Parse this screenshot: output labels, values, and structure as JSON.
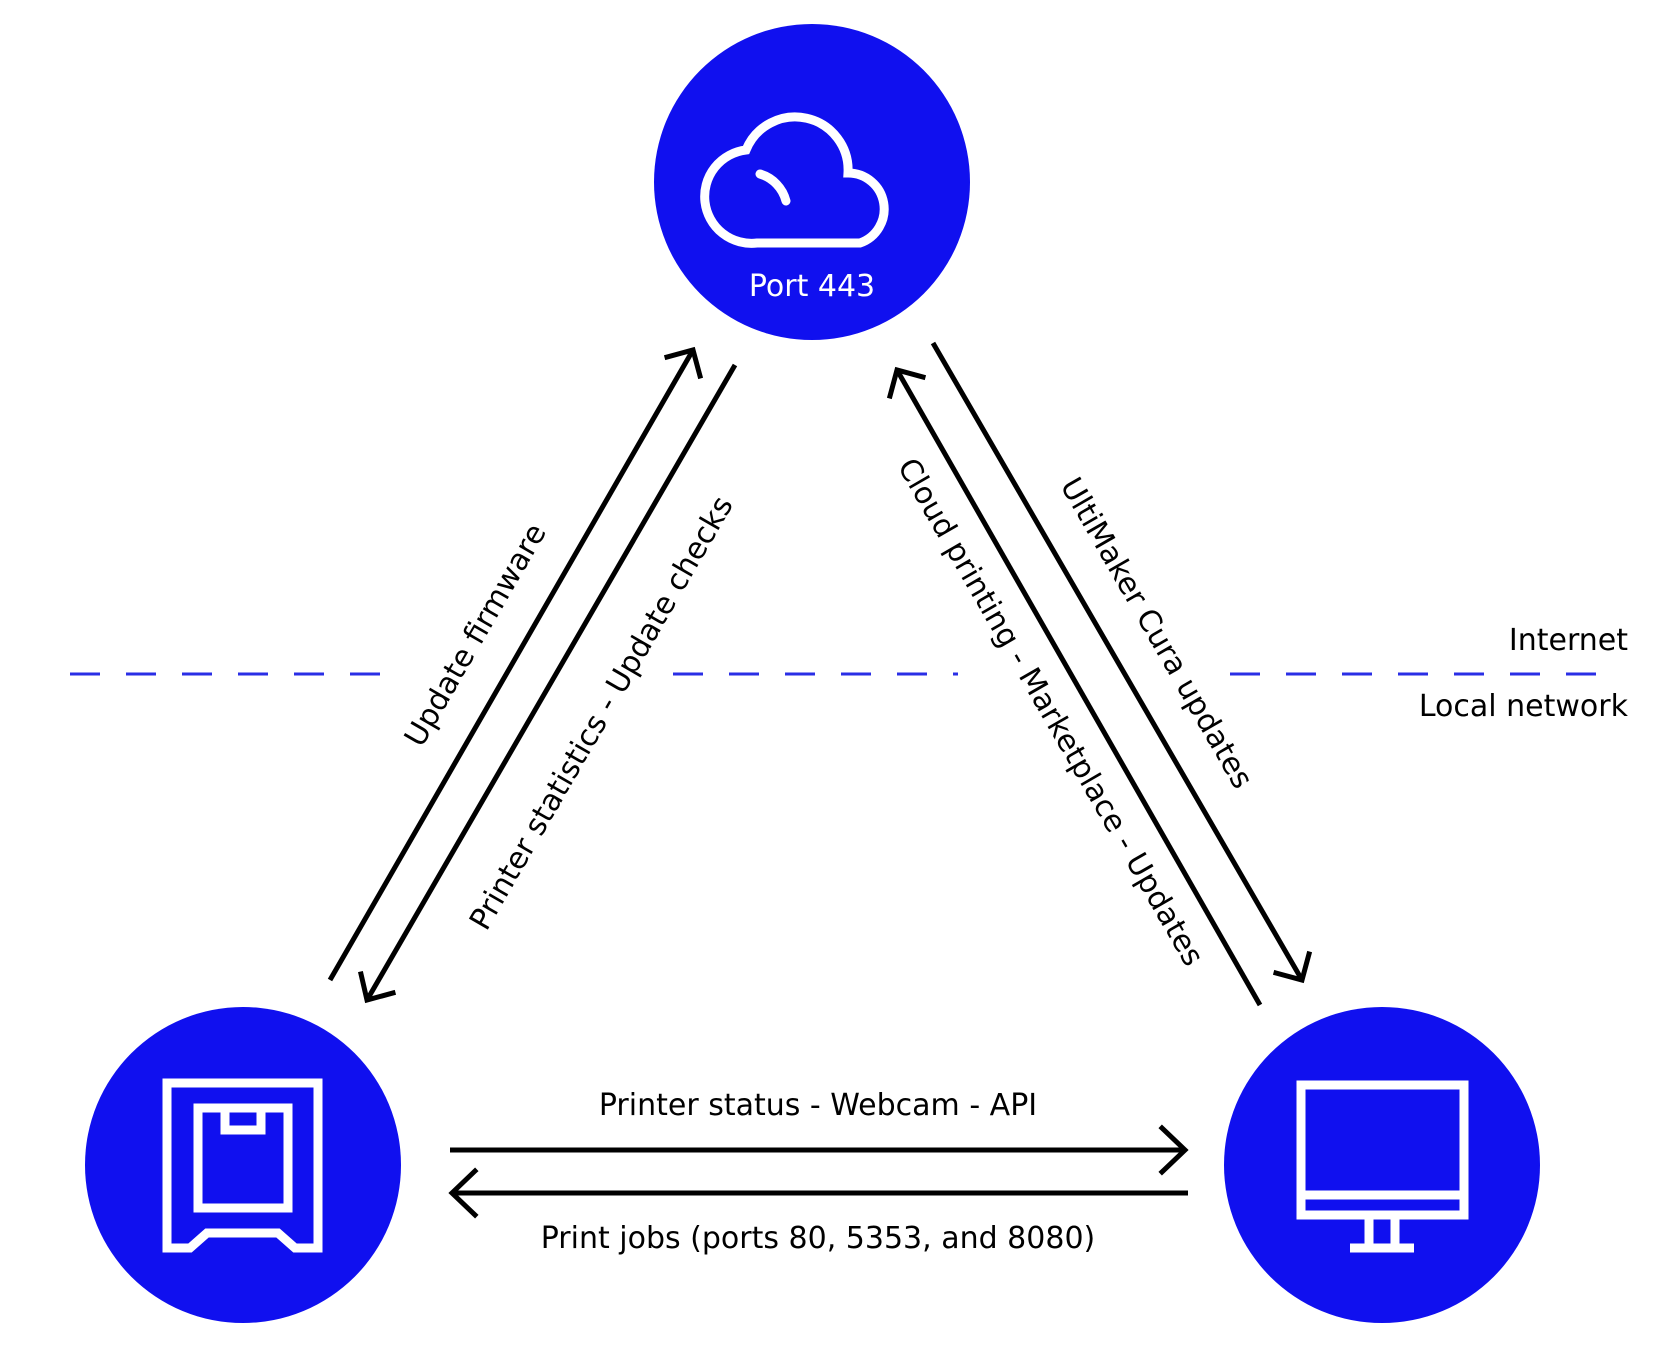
{
  "nodes": {
    "cloud": {
      "label": "Port 443",
      "icon": "cloud-icon"
    },
    "printer": {
      "icon": "printer-icon"
    },
    "computer": {
      "icon": "monitor-icon"
    }
  },
  "zones": {
    "upper": "Internet",
    "lower": "Local network"
  },
  "connections": {
    "printer_to_cloud": "Update firmware",
    "cloud_to_printer": "Printer statistics - Update checks",
    "computer_to_cloud": "Cloud printing - Marketplace - Updates",
    "cloud_to_computer": "UltiMaker Cura updates",
    "printer_to_computer": "Printer status - Webcam - API",
    "computer_to_printer": "Print jobs (ports 80, 5353, and 8080)"
  },
  "colors": {
    "node_fill": "#1010ef",
    "divider": "#2a2ee6",
    "arrows": "#000000"
  }
}
